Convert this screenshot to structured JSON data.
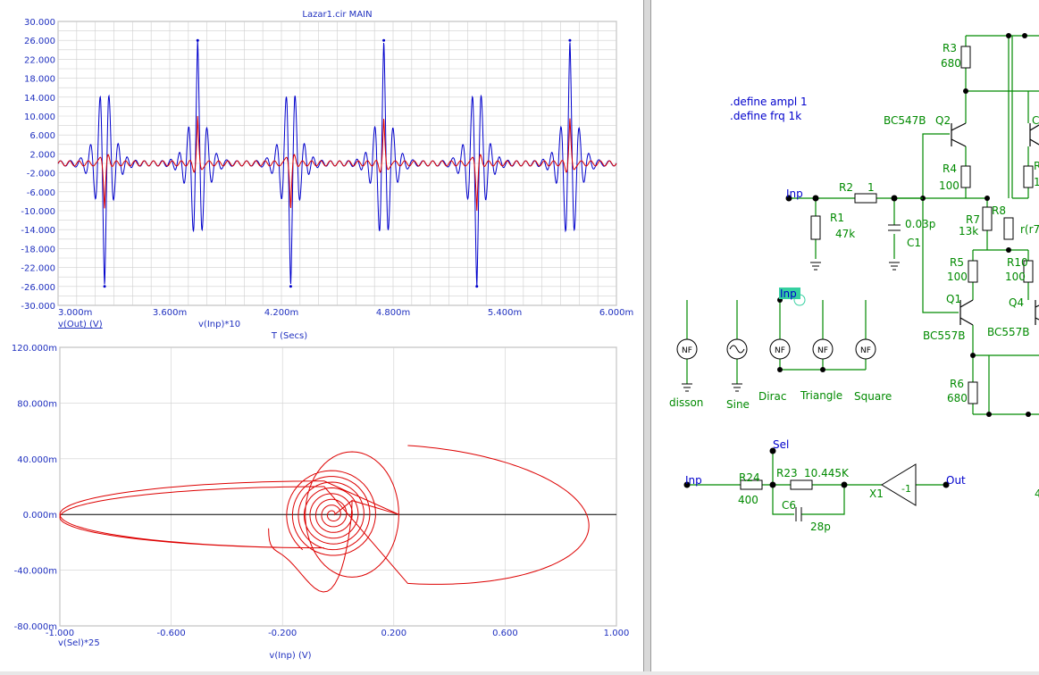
{
  "colors": {
    "blue": "#0000cc",
    "red": "#dd0000",
    "axis": "#1e2fbf",
    "green": "#008a00",
    "component": "#000000",
    "gridline": "#cfcfcf"
  },
  "chart_data": [
    {
      "type": "line",
      "title": "Lazar1.cir MAIN",
      "xlabel": "T (Secs)",
      "xlim": [
        0.003,
        0.006
      ],
      "x_ticks": [
        "3.000m",
        "3.600m",
        "4.200m",
        "4.800m",
        "5.400m",
        "6.000m"
      ],
      "ylim": [
        -30,
        30
      ],
      "y_ticks": [
        "30.000",
        "26.000",
        "22.000",
        "18.000",
        "14.000",
        "10.000",
        "6.000",
        "2.000",
        "-2.000",
        "-6.000",
        "-10.000",
        "-14.000",
        "-18.000",
        "-22.000",
        "-26.000",
        "-30.000"
      ],
      "grid": true,
      "series": [
        {
          "name": "v(Out) (V)",
          "color": "#0000cc",
          "peaks": [
            {
              "x": 0.00325,
              "y": -26
            },
            {
              "x": 0.00375,
              "y": 26
            },
            {
              "x": 0.00425,
              "y": -26
            },
            {
              "x": 0.00475,
              "y": 26
            },
            {
              "x": 0.00525,
              "y": -26
            },
            {
              "x": 0.00575,
              "y": 26
            }
          ]
        },
        {
          "name": "v(Inp)*10",
          "color": "#dd0000",
          "peaks": [
            {
              "x": 0.00325,
              "y": -10
            },
            {
              "x": 0.00375,
              "y": 10
            },
            {
              "x": 0.00425,
              "y": -10
            },
            {
              "x": 0.00475,
              "y": 10
            },
            {
              "x": 0.00525,
              "y": -10
            },
            {
              "x": 0.00575,
              "y": 10
            }
          ]
        }
      ]
    },
    {
      "type": "line",
      "xlabel": "v(Inp) (V)",
      "xlim": [
        -1,
        1
      ],
      "x_ticks": [
        "-1.000",
        "-0.600",
        "-0.200",
        "0.200",
        "0.600",
        "1.000"
      ],
      "ylim": [
        -0.08,
        0.12
      ],
      "y_ticks": [
        "120.000m",
        "80.000m",
        "40.000m",
        "0.000m",
        "-40.000m",
        "-80.000m"
      ],
      "grid": true,
      "series": [
        {
          "name": "v(Sel)*25",
          "color": "#dd0000"
        }
      ]
    }
  ],
  "schematic": {
    "directives": [
      ".define ampl 1",
      ".define frq 1k"
    ],
    "labels": {
      "r3": "R3",
      "r3v": "680",
      "q2": "Q2",
      "q2m": "BC547B",
      "r4": "R4",
      "r4v": "100",
      "inp1": "Inp",
      "r2": "R2",
      "r2v": "1",
      "r1": "R1",
      "r1v": "47k",
      "c1v": "0.03p",
      "c1": "C1",
      "r7": "R7",
      "r7v": "13k",
      "r8": "R8",
      "r8v": "r(r7",
      "r5": "R5",
      "r5v": "100",
      "r10": "R10",
      "r10v": "100",
      "inp2": "Inp",
      "q1": "Q1",
      "q1m": "BC557B",
      "q4": "Q4",
      "q4m": "BC557B",
      "r6": "R6",
      "r6v": "680",
      "src_nf": "NF",
      "src_dirac": "Dirac",
      "src_tri": "Triangle",
      "src_sq": "Square",
      "src_sine": "Sine",
      "src_disson": "disson",
      "sel": "Sel",
      "inp3": "Inp",
      "r24": "R24",
      "r24v": "400",
      "r23": "R23",
      "r23v": "10.445K",
      "c6": "C6",
      "c6v": "28p",
      "x1": "X1",
      "x1g": "-1",
      "out": "Out",
      "edge_c": "C",
      "edge_r": "R",
      "edge_1": "1",
      "edge_4": "4"
    }
  }
}
